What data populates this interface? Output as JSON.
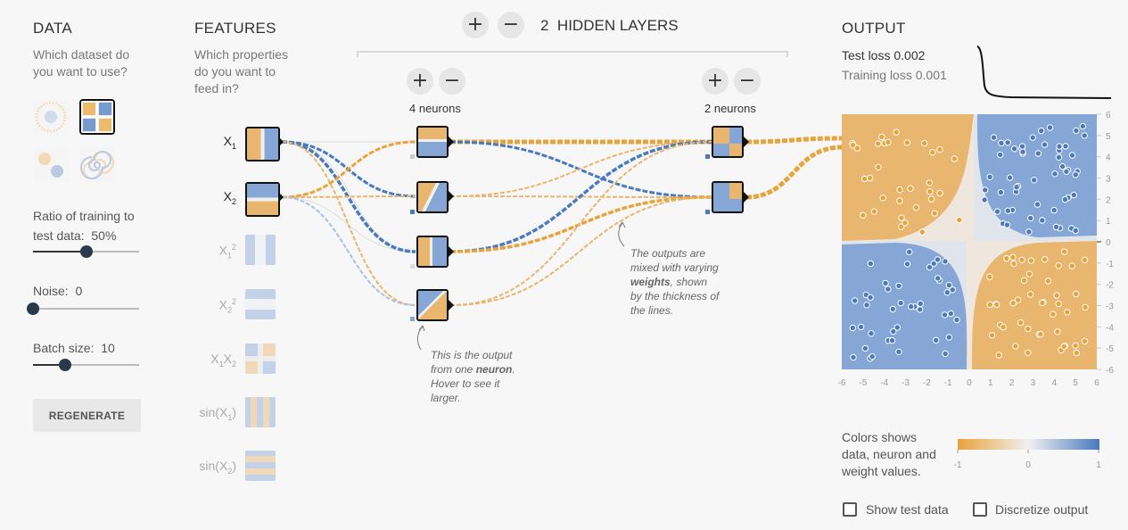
{
  "data_panel": {
    "heading": "DATA",
    "question_line1": "Which dataset do",
    "question_line2": "you want to use?",
    "ratio_label_line1": "Ratio of training to",
    "ratio_label_line2": "test data:",
    "ratio_value": "50%",
    "ratio_fraction": 0.5,
    "noise_label": "Noise:",
    "noise_value": "0",
    "noise_fraction": 0.0,
    "batch_label": "Batch size:",
    "batch_value": "10",
    "batch_fraction": 0.3,
    "regenerate_label": "REGENERATE"
  },
  "features_panel": {
    "heading": "FEATURES",
    "question_line1": "Which properties",
    "question_line2": "do you want to",
    "question_line3": "feed in?",
    "features": [
      {
        "base": "X",
        "sub": "1",
        "sup": "",
        "tail": ""
      },
      {
        "base": "X",
        "sub": "2",
        "sup": "",
        "tail": ""
      },
      {
        "base": "X",
        "sub": "1",
        "sup": "2",
        "tail": ""
      },
      {
        "base": "X",
        "sub": "2",
        "sup": "2",
        "tail": ""
      },
      {
        "base": "X",
        "sub": "1",
        "sup": "",
        "tail": "X"
      },
      {
        "base": "sin(X",
        "sub": "1",
        "sup": "",
        "tail": ")"
      },
      {
        "base": "sin(X",
        "sub": "2",
        "sup": "",
        "tail": ")"
      }
    ],
    "feature_tail_sub": "2"
  },
  "network": {
    "plus_symbol": "+",
    "minus_symbol": "−",
    "hidden_count": "2",
    "hidden_label": "HIDDEN LAYERS",
    "layer1_neurons": "4 neurons",
    "layer2_neurons": "2 neurons",
    "annotation_weights_1": "The outputs are",
    "annotation_weights_2": "mixed with varying",
    "annotation_weights_3a": "weights",
    "annotation_weights_3b": ", shown",
    "annotation_weights_4": "by the thickness of",
    "annotation_weights_5": "the lines.",
    "annotation_neuron_1": "This is the output",
    "annotation_neuron_2a": "from one ",
    "annotation_neuron_2b": "neuron",
    "annotation_neuron_2c": ".",
    "annotation_neuron_3": "Hover to see it",
    "annotation_neuron_4": "larger."
  },
  "output_panel": {
    "heading": "OUTPUT",
    "test_loss_label": "Test loss",
    "test_loss_value": "0.002",
    "training_loss_label": "Training loss",
    "training_loss_value": "0.001",
    "x_ticks": [
      "-6",
      "-5",
      "-4",
      "-3",
      "-2",
      "-1",
      "0",
      "1",
      "2",
      "3",
      "4",
      "5",
      "6"
    ],
    "y_ticks": [
      "6",
      "5",
      "4",
      "3",
      "2",
      "1",
      "0",
      "-1",
      "-2",
      "-3",
      "-4",
      "-5",
      "-6"
    ],
    "legend_line1": "Colors shows",
    "legend_line2": "data, neuron and",
    "legend_line3": "weight values.",
    "scale_min": "-1",
    "scale_mid": "0",
    "scale_max": "1",
    "show_test_label": "Show test data",
    "discretize_label": "Discretize output"
  },
  "colors": {
    "orange": "#e8a33b",
    "blue": "#4a79bd",
    "bg_orange": "#e9b670",
    "bg_blue": "#86a6d6"
  }
}
